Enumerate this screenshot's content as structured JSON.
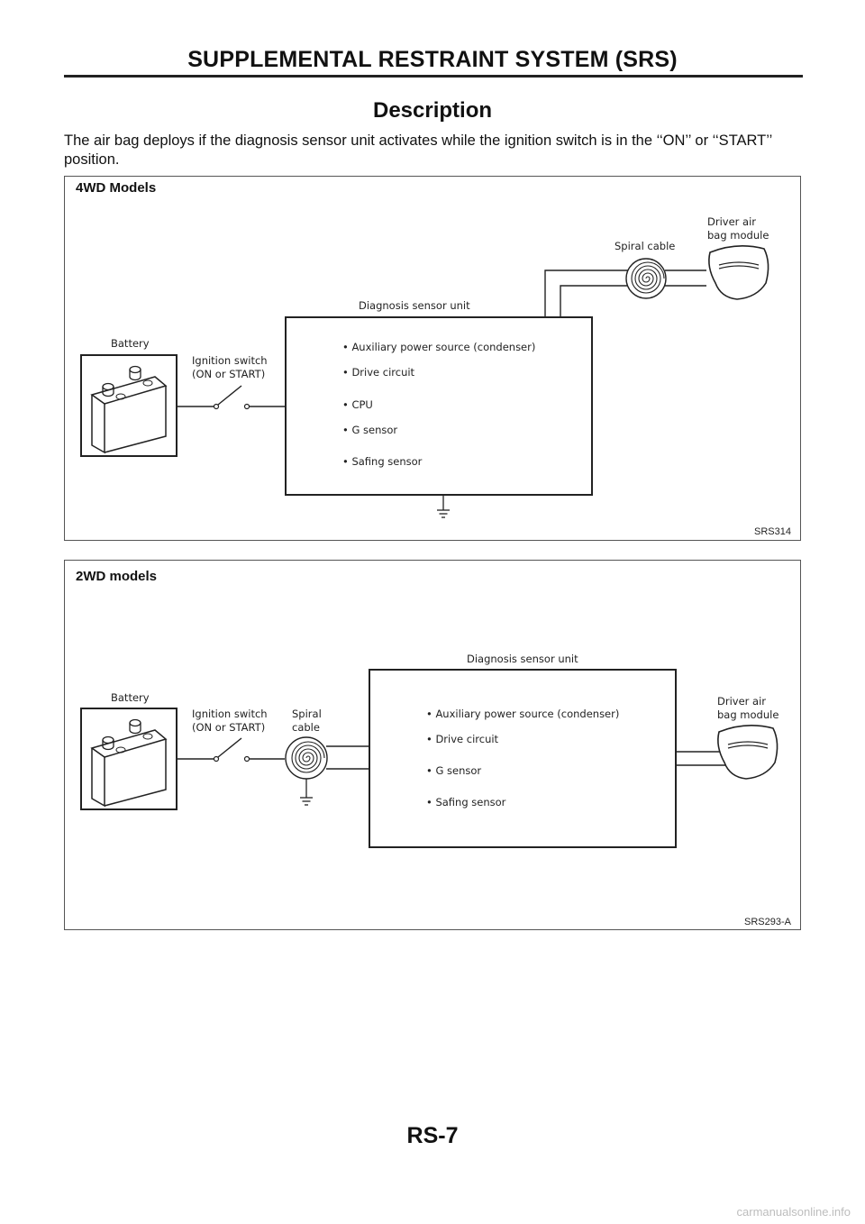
{
  "header": {
    "title": "SUPPLEMENTAL RESTRAINT SYSTEM (SRS)"
  },
  "section": {
    "title": "Description",
    "intro": "The air bag deploys if the diagnosis sensor unit activates while the ignition switch is in the ‘‘ON’’ or ‘‘START’’ position."
  },
  "figures": [
    {
      "title": "4WD Models",
      "code": "SRS314",
      "labels": {
        "battery": "Battery",
        "ignition_line1": "Ignition switch",
        "ignition_line2": "(ON or START)",
        "spiral": "Spiral cable",
        "driver_line1": "Driver air",
        "driver_line2": "bag module",
        "unit": "Diagnosis sensor unit"
      },
      "items": [
        "• Auxiliary power source (condenser)",
        "• Drive circuit",
        "• CPU",
        "• G sensor",
        "• Safing sensor"
      ]
    },
    {
      "title": "2WD models",
      "code": "SRS293-A",
      "labels": {
        "battery": "Battery",
        "ignition_line1": "Ignition switch",
        "ignition_line2": "(ON or START)",
        "spiral_line1": "Spiral",
        "spiral_line2": "cable",
        "driver_line1": "Driver air",
        "driver_line2": "bag module",
        "unit": "Diagnosis sensor unit"
      },
      "items": [
        "• Auxiliary power source (condenser)",
        "• Drive circuit",
        "• G sensor",
        "• Safing sensor"
      ]
    }
  ],
  "footer": {
    "page_code": "RS-7"
  },
  "watermark": "carmanualsonline.info"
}
